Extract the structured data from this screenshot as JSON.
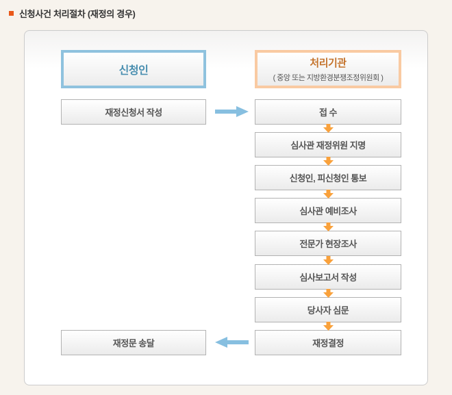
{
  "title": {
    "text": "신청사건 처리절차 (재정의 경우)"
  },
  "flow": {
    "applicant": {
      "header": "신청인",
      "steps": [
        "재정신청서 작성",
        "재정문 송달"
      ]
    },
    "agency": {
      "header": "처리기관",
      "subheader": "( 중앙 또는 지방환경분쟁조정위원회 )",
      "steps": [
        "접 수",
        "심사관 재정위원 지명",
        "신청인, 피신청인 통보",
        "심사관 예비조사",
        "전문가 현장조사",
        "심사보고서 작성",
        "당사자 심문",
        "재정결정"
      ]
    }
  },
  "colors": {
    "title_bullet": "#e9581a",
    "applicant_accent": "#8fc2de",
    "applicant_text": "#4a8fb0",
    "agency_accent": "#f9caa2",
    "agency_text": "#c4732c",
    "flow_arrow_down": "#f9a13b",
    "flow_arrow_horizontal": "#87bfe0"
  }
}
